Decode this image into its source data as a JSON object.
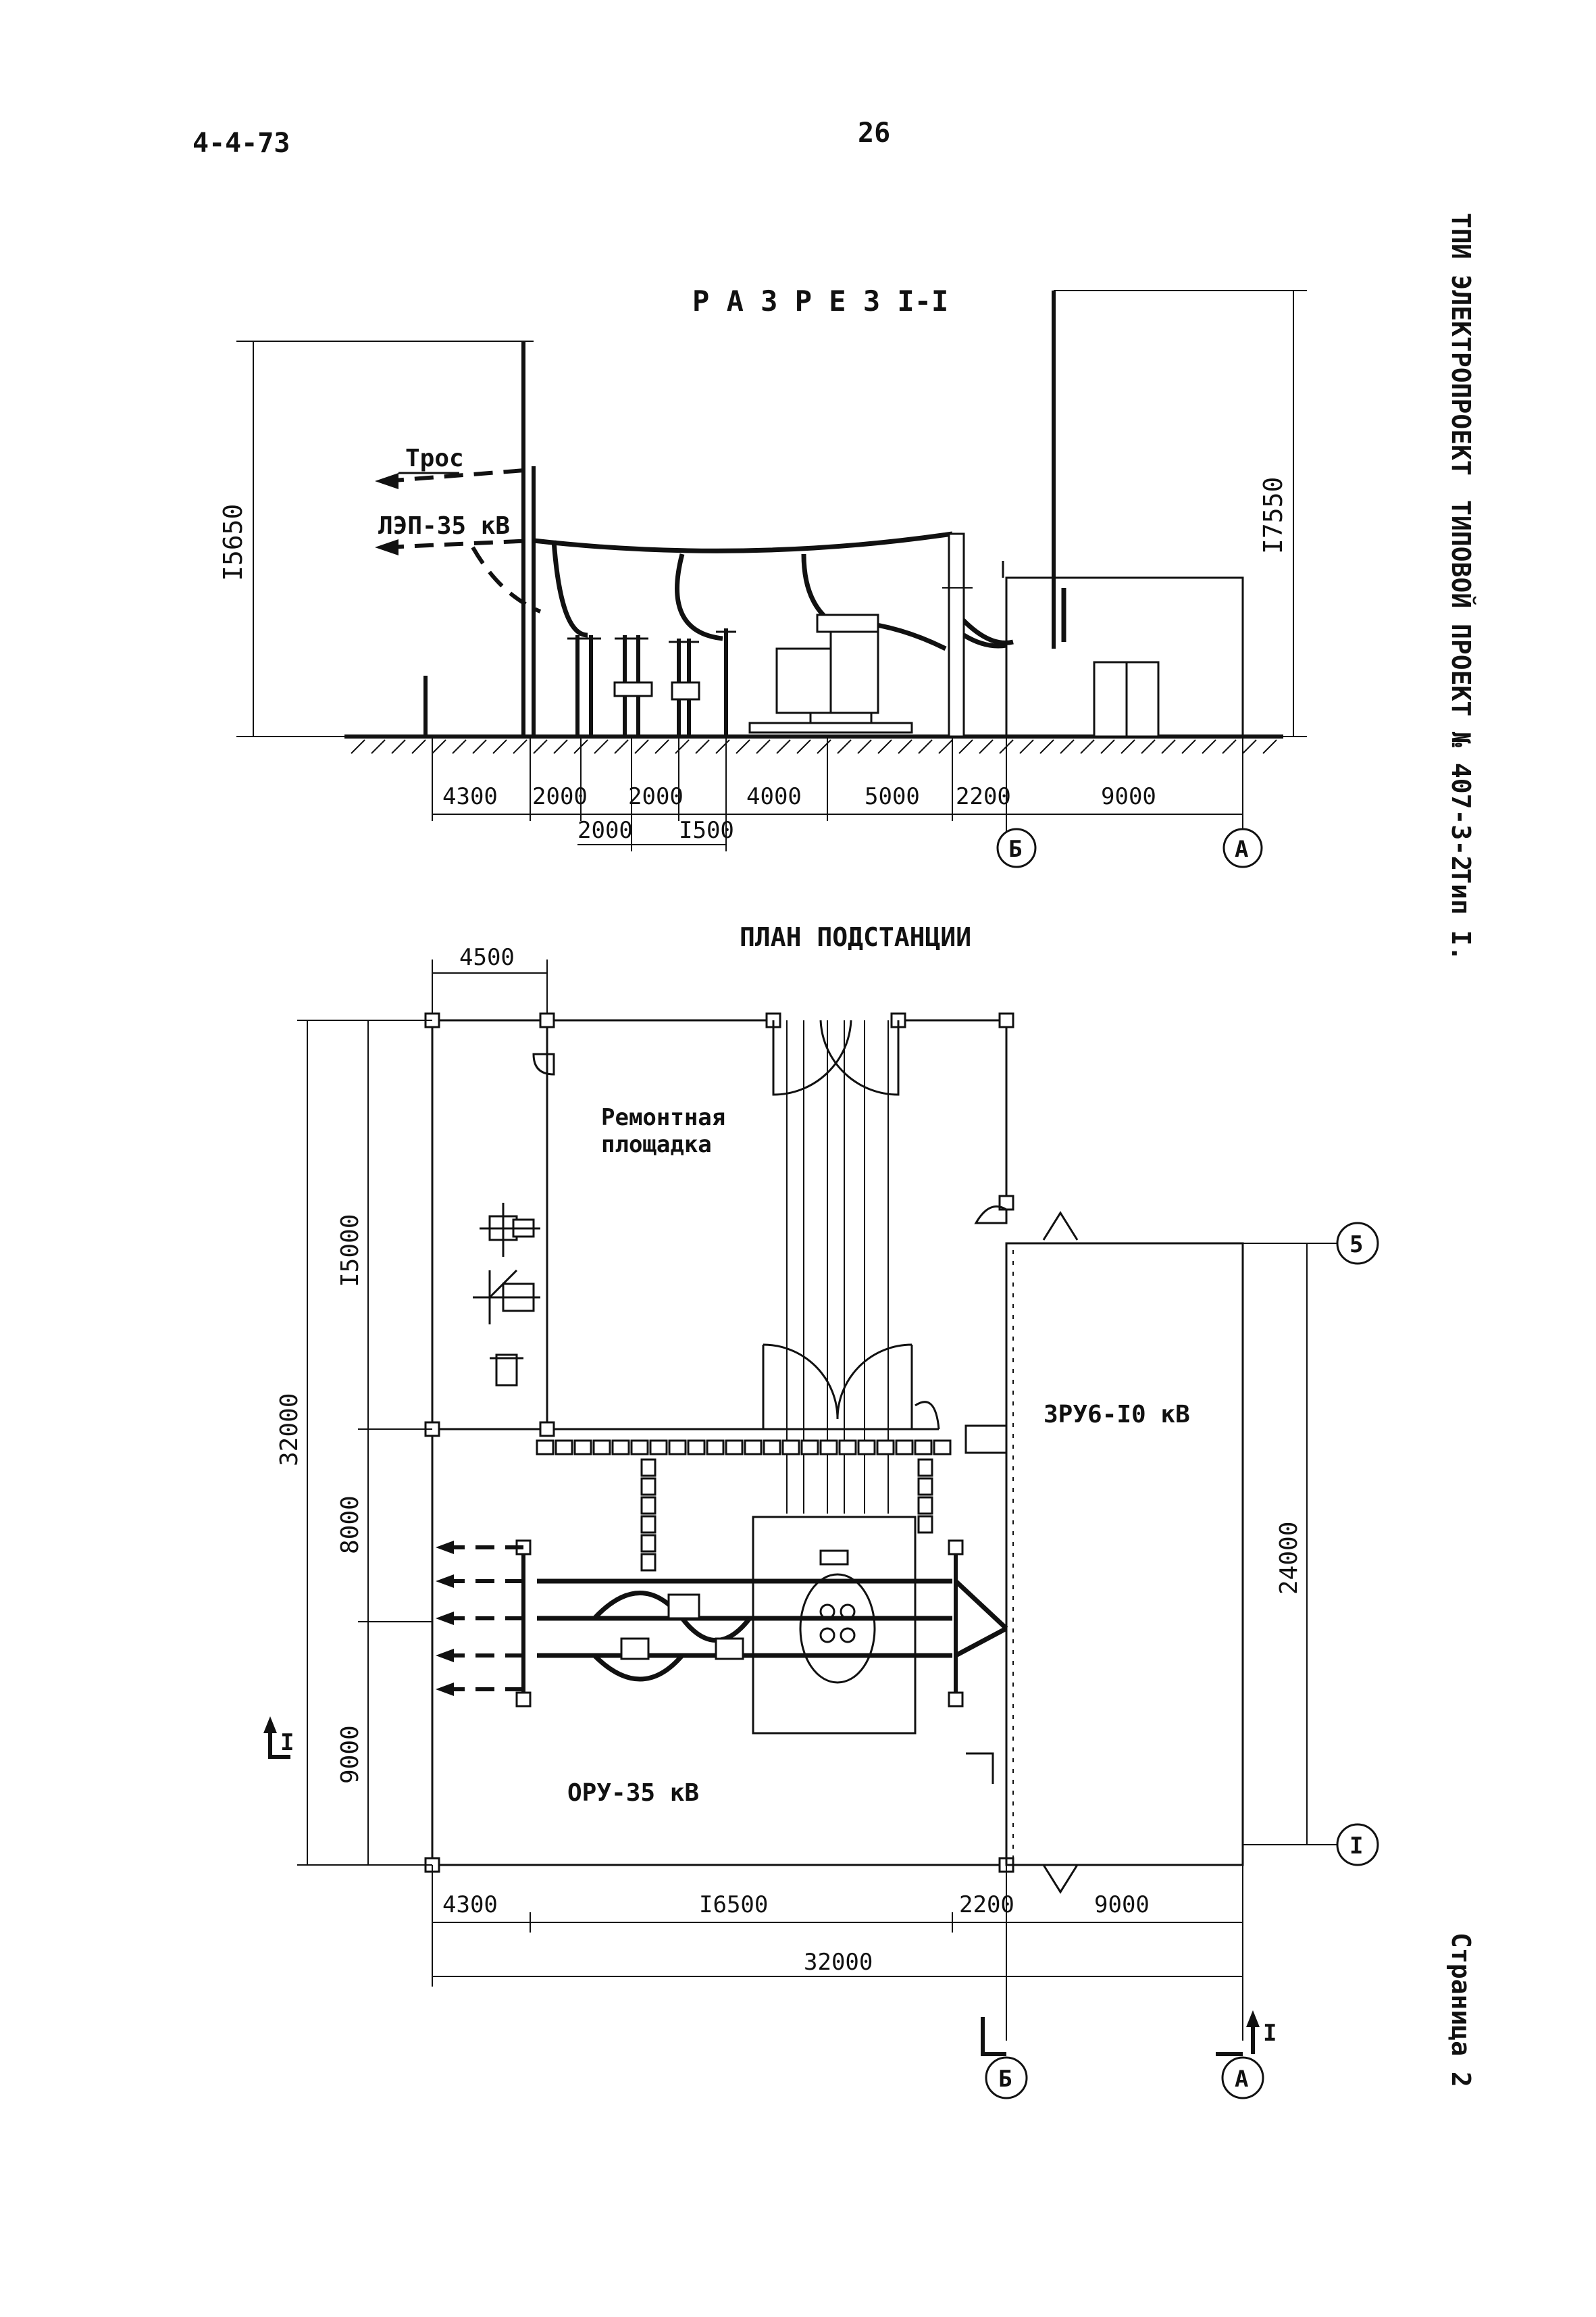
{
  "header": {
    "doc_code": "4-4-73",
    "page_number": "26"
  },
  "side": {
    "org": "ТПИ ЭЛЕКТРОПРОЕКТ",
    "project": "ТИПОВОЙ ПРОЕКТ № 407-3-2",
    "type": "Тип I.",
    "page": "Страница 2"
  },
  "section": {
    "title": "Р А З Р Е З  I-I",
    "cable_label": "Трос",
    "line_label": "ЛЭП-35 кВ",
    "height_left": "I5650",
    "height_right": "I7550",
    "dims_row1": [
      "4300",
      "2000",
      "2000",
      "4000",
      "5000",
      "2200",
      "9000"
    ],
    "dims_row2": [
      "2000",
      "I500"
    ],
    "axis_b": "Б",
    "axis_a": "А"
  },
  "plan": {
    "title": "ПЛАН ПОДСТАНЦИИ",
    "dim_top": "4500",
    "repair_area_line1": "Ремонтная",
    "repair_area_line2": "площадка",
    "zru_label": "ЗРУ6-I0 кВ",
    "oru_label": "ОРУ-35 кВ",
    "dim_left_total": "32000",
    "dim_left_15000": "I5000",
    "dim_left_8000": "8000",
    "dim_left_9000": "9000",
    "dim_right_24000": "24000",
    "dims_bottom": [
      "4300",
      "I6500",
      "2200",
      "9000"
    ],
    "dim_bottom_total": "32000",
    "axis_5": "5",
    "axis_1": "I",
    "axis_b": "Б",
    "axis_a": "А",
    "section_mark": "I"
  }
}
